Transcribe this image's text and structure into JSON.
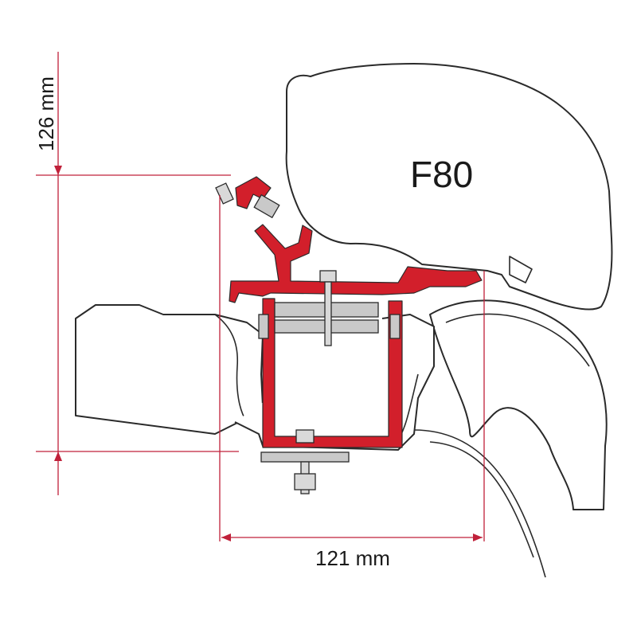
{
  "awning_label": "F80",
  "height_dimension": "126 mm",
  "width_dimension": "121 mm",
  "colors": {
    "bracket": "#d21f2b",
    "dimension_lines": "#c0213a",
    "outline": "#2a2a2a",
    "hardware": "#c9c9c9"
  }
}
